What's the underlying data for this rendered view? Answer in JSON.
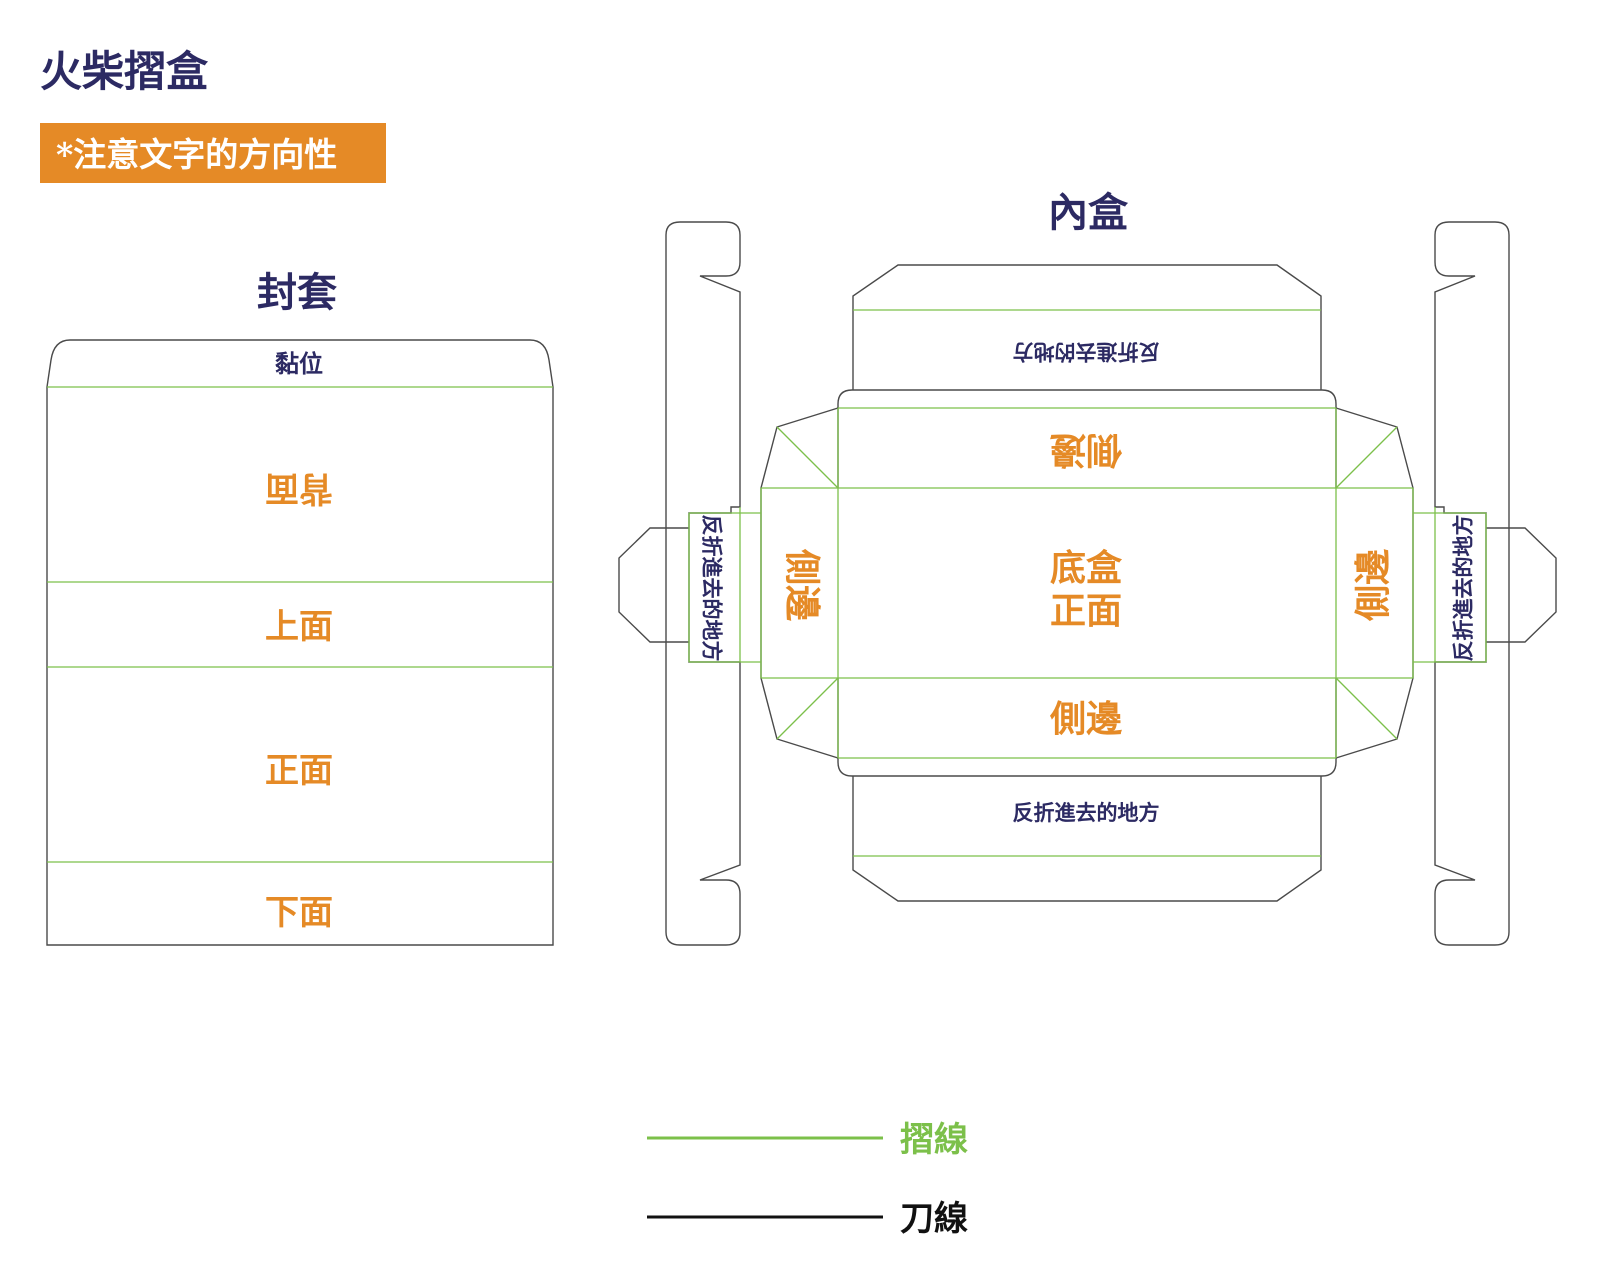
{
  "page": {
    "title": "火柴摺盒",
    "notice": "*注意文字的方向性"
  },
  "colors": {
    "title": "#2c2a63",
    "notice_bg": "#e58a26",
    "notice_text": "#ffffff",
    "panel_label": "#e58a26",
    "fold_line": "#7cc04a",
    "cut_line": "#333333"
  },
  "sleeve": {
    "title": "封套",
    "glue_label": "黏位",
    "back_label": "背面",
    "top_label": "上面",
    "front_label": "正面",
    "bottom_label": "下面"
  },
  "inner_box": {
    "title": "內盒",
    "base_label_line1": "底盒",
    "base_label_line2": "正面",
    "side_label": "側邊",
    "fold_in_label": "反折進去的地方"
  },
  "legend": {
    "fold_label": "摺線",
    "cut_label": "刀線"
  }
}
